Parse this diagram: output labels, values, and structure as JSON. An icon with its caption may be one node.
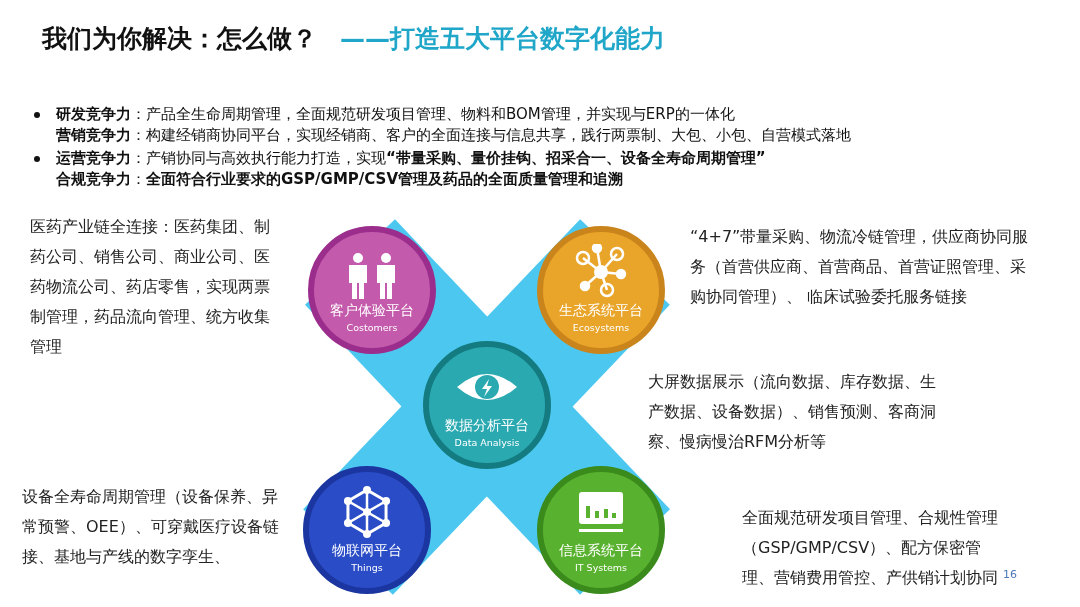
{
  "diagram": {
    "title": "我们为你解决：怎么做？",
    "nodes": [
      {
        "text": [
          "客户体验平台",
          "Costomers"
        ],
        "beside": [
          "医药产业链全连接：医药集团、制药公司、销售公司、商业公司、医药物流公司、药店零售，实现两票制管理，药品流向管理、统方收集管理"
        ]
      },
      {
        "text": [
          "生态系统平台",
          "Ecosystems"
        ],
        "beside": [
          "“4+7”带量采购、物流冷链管理，供应商协同服务（首营供应商、首营商品、首营证照管理、采购协同管理）、 临床试验委托服务链接"
        ]
      },
      {
        "text": [
          "数据分析平台",
          "Data Analysis"
        ]
      },
      {
        "text": [
          "物联网平台",
          "Things"
        ],
        "beside": [
          "设备全寿命周期管理（设备保养、异常预警、OEE）、可穿戴医疗设备链接、基地与产线的数字孪生、"
        ]
      },
      {
        "text": [
          "信息系统平台",
          "IT Systems"
        ]
      }
    ],
    "labels": [
      "——打造五大平台数字化能力",
      "**研发竞争力**：产品全生命周期管理，全面规范研发项目管理、物料和BOM管理，并实现与ERP的一体化",
      "**营销竞争力**：构建经销商协同平台，实现经销商、客户的全面连接与信息共享，践行两票制、大包、小包、自营模式落地",
      "**运营竞争力**：产销协同与高效执行能力打造，实现**“带量采购、量价挂钩、招采合一、设备全寿命周期管理”**",
      "**合规竞争力**：**全面符合行业要求的GSP/GMP/CSV管理及药品的全面质量管理和追溯**",
      "大屏数据展示（流向数据、库存数据、生产数据、设备数据）、销售预测、客商洞察、慢病慢治RFM分析等",
      "全面规范研发项目管理、合规性管理（GSP/GMP/CSV）、配方保密管理、营销费用管控、产供销计划协同",
      "16"
    ]
  }
}
